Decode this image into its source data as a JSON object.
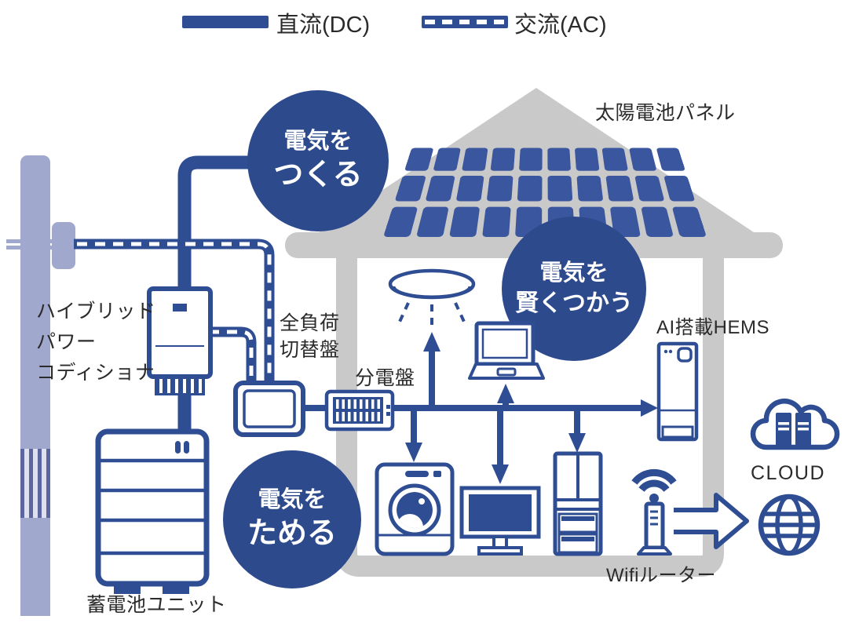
{
  "legend": {
    "dc": "直流(DC)",
    "ac": "交流(AC)"
  },
  "badges": {
    "generate": {
      "line1": "電気を",
      "line2": "つくる"
    },
    "smart_use": {
      "line1": "電気を",
      "line2": "賢くつかう"
    },
    "store": {
      "line1": "電気を",
      "line2": "ためる"
    }
  },
  "labels": {
    "solar_panel": "太陽電池パネル",
    "power_conditioner": "ハイブリッド\nパワー\nコディショナ",
    "full_load_switch_panel": "全負荷\n切替盤",
    "distribution_board": "分電盤",
    "battery_unit": "蓄電池ユニット",
    "hems": "AI搭載HEMS",
    "wifi_router": "Wifiルーター",
    "cloud": "CLOUD"
  },
  "solar_grid": {
    "rows": 3,
    "cols": 10
  },
  "icons": [
    "utility-pole",
    "solar-panel",
    "power-conditioner",
    "battery-unit",
    "full-load-switch-panel",
    "distribution-board",
    "ceiling-light",
    "laptop",
    "washing-machine",
    "tv",
    "refrigerator",
    "wifi-router",
    "hems-controller",
    "cloud-servers",
    "globe",
    "right-arrow"
  ],
  "colors": {
    "line_blue": "#2e4d92",
    "badge_blue": "#2d4a8d",
    "panel_blue": "#3a569e",
    "pole_lavender": "#a1a8cd",
    "pole_stripe_dark": "#5b669f",
    "pole_stripe_light": "#dfe1f0",
    "house_gray": "#c9c9c9",
    "text_dark": "#2b2b2b"
  }
}
